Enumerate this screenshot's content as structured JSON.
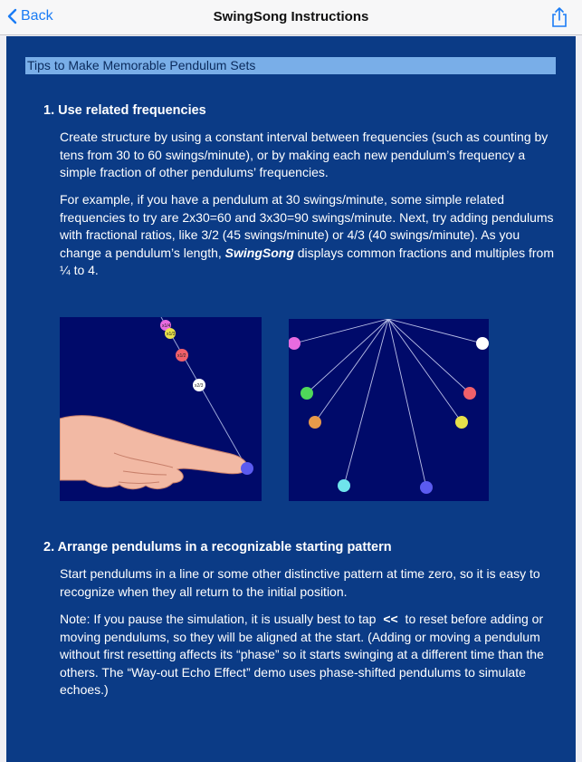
{
  "nav": {
    "back_label": "Back",
    "title": "SwingSong Instructions"
  },
  "tips": {
    "header": "Tips to Make Memorable Pendulum Sets"
  },
  "section1": {
    "heading": "1. Use related frequencies",
    "p1": "Create structure by using a constant interval between frequencies (such as counting by tens from 30 to 60 swings/minute), or by making each new pendulum’s frequency a simple fraction of other pendulums’ frequencies.",
    "p2_a": "For example, if you have a pendulum at 30 swings/minute, some simple related frequencies to try are 2x30=60 and 3x30=90 swings/minute.  Next, try adding pendulums with fractional ratios, like 3/2 (45 swings/minute) or 4/3 (40 swings/minute).  As you change a pendulum’s length, ",
    "p2_app": "SwingSong",
    "p2_b": " displays common fractions and multiples from ¼ to 4."
  },
  "figure_left": {
    "labels": [
      "x1/4",
      "x1/3",
      "x1/2",
      "x2/3"
    ]
  },
  "section2": {
    "heading": "2. Arrange pendulums in a recognizable starting pattern",
    "p1": "Start pendulums in a line or some other distinctive pattern at time zero, so it is easy to recognize when they all return to the initial position.",
    "p2_a": "Note: If you pause the simulation, it is usually best to tap ",
    "p2_key": "<<",
    "p2_b": " to reset before adding or moving pendulums, so they will be aligned at the start.  (Adding or moving a pendulum without first resetting affects its “phase” so it starts swinging at a different time than the others.  The “Way-out Echo Effect” demo uses phase-shifted pendulums to simulate echoes.)"
  },
  "colors": {
    "nav_accent": "#1a7cf5",
    "content_bg": "#0b3b86",
    "tips_bar": "#79aee8",
    "figure_bg": "#000a6a"
  }
}
